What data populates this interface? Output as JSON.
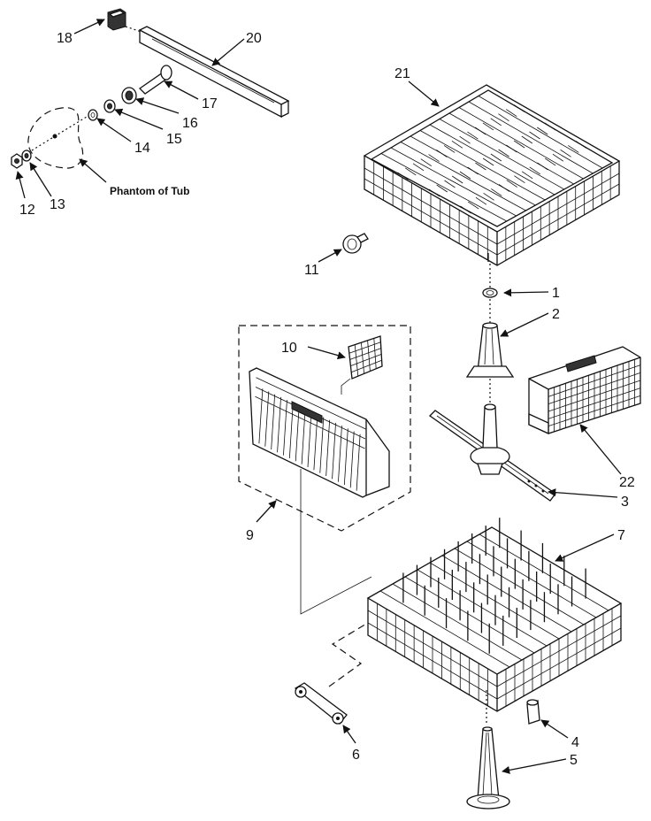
{
  "callouts": {
    "c1": "1",
    "c2": "2",
    "c3": "3",
    "c4": "4",
    "c5": "5",
    "c6": "6",
    "c7": "7",
    "c9": "9",
    "c10": "10",
    "c11": "11",
    "c12": "12",
    "c13": "13",
    "c14": "14",
    "c15": "15",
    "c16": "16",
    "c17": "17",
    "c18": "18",
    "c20": "20",
    "c21": "21",
    "c22": "22"
  },
  "notes": {
    "phantom": "Phantom of Tub"
  }
}
